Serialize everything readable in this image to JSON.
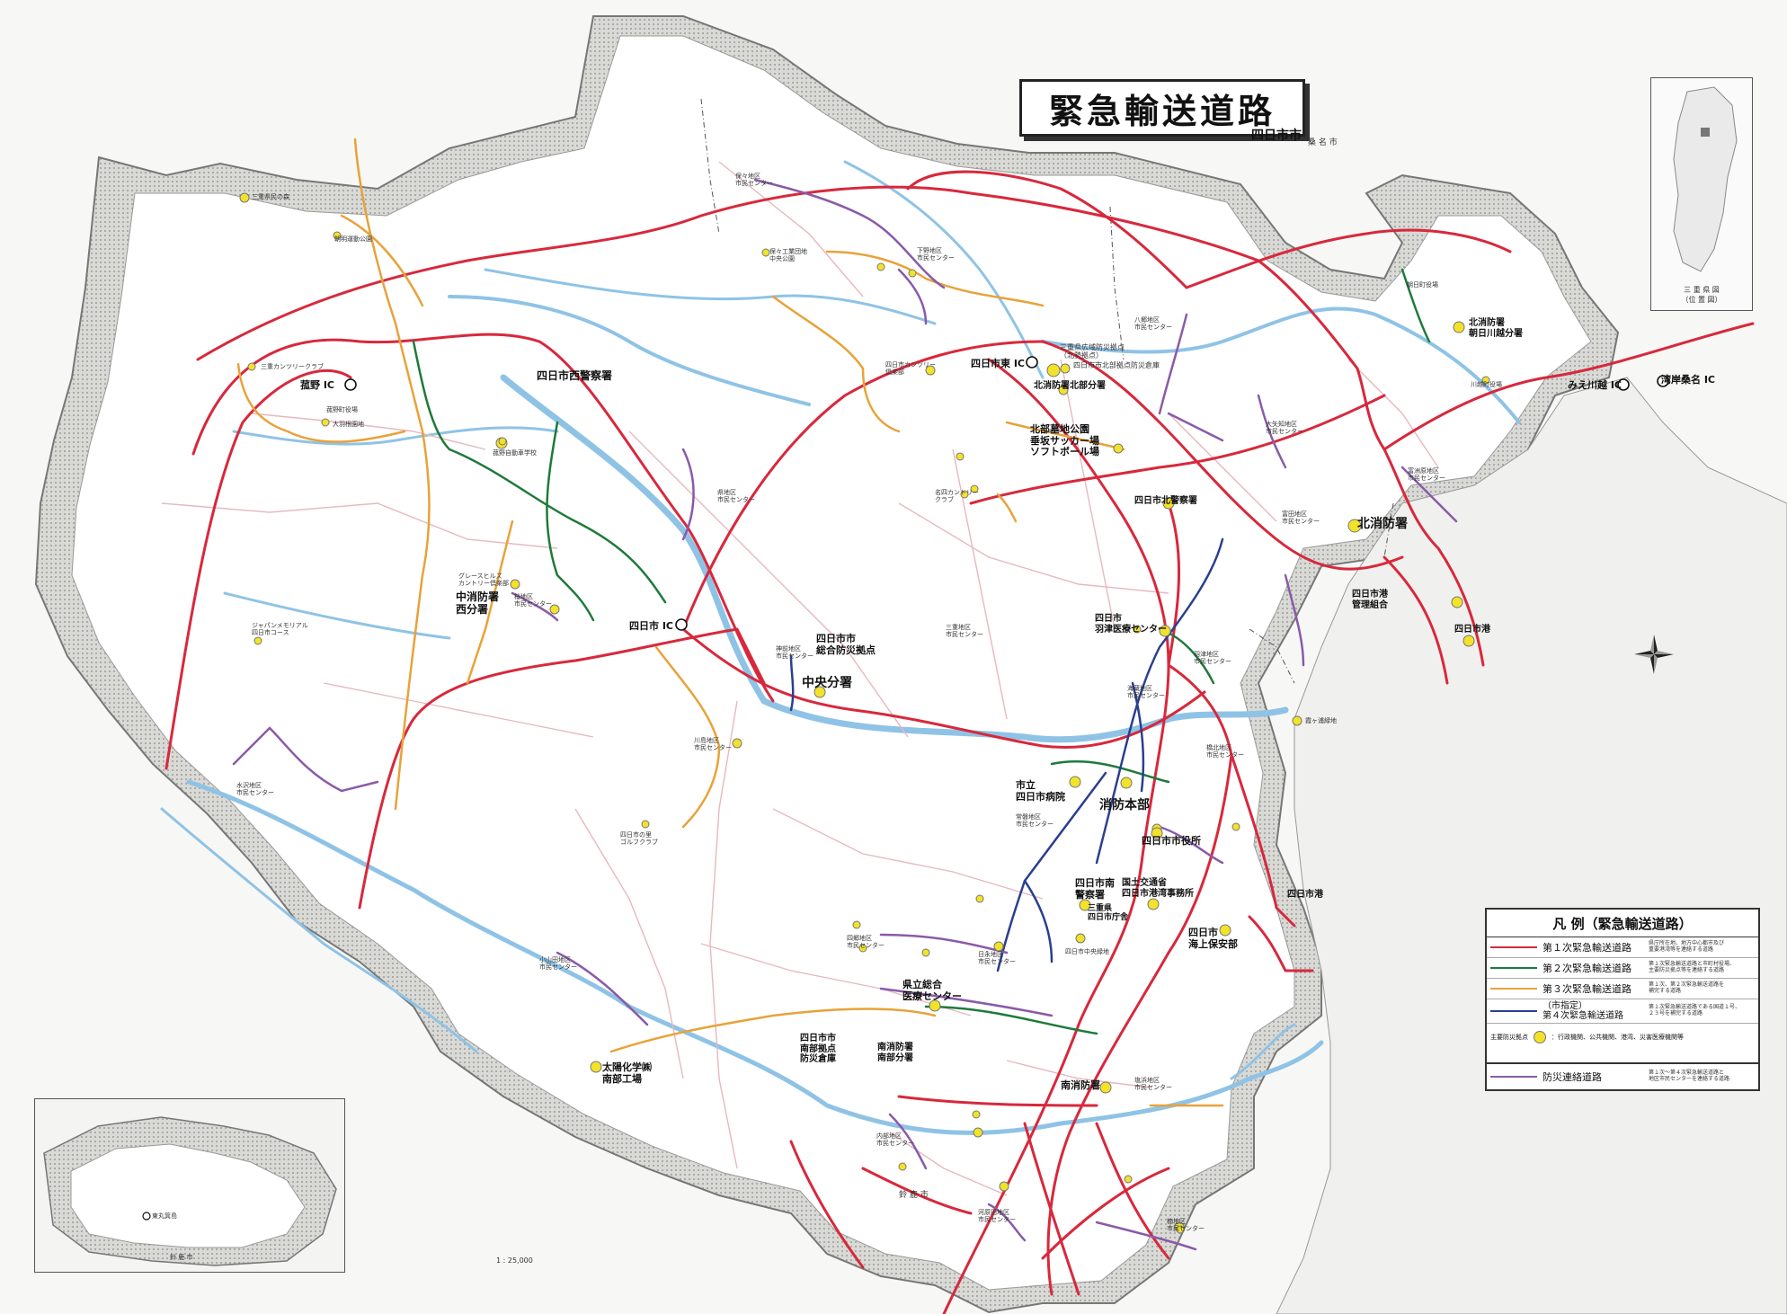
{
  "title": "緊急輸送道路",
  "subtitle": "四日市市",
  "colors": {
    "road_primary": "#d8283c",
    "road_secondary": "#1f7a3a",
    "road_tertiary": "#e8a23a",
    "road_city_fourth": "#2a3f8f",
    "road_disaster_link": "#8a5aa8",
    "river": "#8fc3e6",
    "base_road": "#e7b8be",
    "base_region": "#ffffff",
    "base_border": "#7a7a7a",
    "base_dot": "#f2e229"
  },
  "legend": {
    "title": "凡 例（緊急輸送道路）",
    "rows": [
      {
        "name": "第１次緊急輸送道路",
        "color_key": "road_primary",
        "desc": "県庁所在地、地方中心都市及び\n重要港湾等を連絡する道路"
      },
      {
        "name": "第２次緊急輸送道路",
        "color_key": "road_secondary",
        "desc": "第１次緊急輸送道路と市町村役場、\n主要防災拠点等を連絡する道路"
      },
      {
        "name": "第３次緊急輸送道路",
        "color_key": "road_tertiary",
        "desc": "第１次、第２次緊急輸送道路を\n補完する道路"
      },
      {
        "name": "（市指定）\n第４次緊急輸送道路",
        "color_key": "road_city_fourth",
        "desc": "第１次緊急輸送道路である国道１号、\n２３号を補完する道路"
      }
    ],
    "dot_label": "主要防災拠点",
    "dot_desc": "：行政機関、公共機関、港湾、災害医療機関等",
    "link_name": "防災連絡道路",
    "link_desc": "第１次〜第４次緊急輸送道路と\n地区市民センターを連絡する道路"
  },
  "ic_labels": [
    {
      "id": "komono",
      "text": "菰野 IC"
    },
    {
      "id": "yokkaichi",
      "text": "四日市 IC"
    },
    {
      "id": "yokkaichi-east",
      "text": "四日市東 IC"
    },
    {
      "id": "mie-kawagoe",
      "text": "みえ川越 IC"
    },
    {
      "id": "wangan",
      "text": "湾岸桑名 IC"
    }
  ],
  "facility_labels": [
    {
      "id": "nishi-police",
      "text": "四日市西警察署"
    },
    {
      "id": "bosai-kyoten-n",
      "text": "三重県広域防災拠点\n（北勢拠点）"
    },
    {
      "id": "north-bosai-warehouse",
      "text": "四日市市北部拠点防災倉庫"
    },
    {
      "id": "north-fire-hokubu",
      "text": "北消防署北部分署"
    },
    {
      "id": "hokubu-park",
      "text": "北部墓地公園\n垂坂サッカー場\nソフトボール場"
    },
    {
      "id": "north-police",
      "text": "四日市北警察署"
    },
    {
      "id": "north-fire",
      "text": "北消防署"
    },
    {
      "id": "north-fire-asahi",
      "text": "北消防署\n朝日川越分署"
    },
    {
      "id": "port-mgmt",
      "text": "四日市港\n管理組合"
    },
    {
      "id": "port-1",
      "text": "四日市港"
    },
    {
      "id": "port-2",
      "text": "四日市港"
    },
    {
      "id": "chubu-fire-west",
      "text": "中消防署\n西分署"
    },
    {
      "id": "sogo-bosai",
      "text": "四日市市\n総合防災拠点"
    },
    {
      "id": "chuo-bunsho",
      "text": "中央分署"
    },
    {
      "id": "hazu-medical",
      "text": "四日市\n羽津医療センター"
    },
    {
      "id": "city-hospital",
      "text": "市立\n四日市病院"
    },
    {
      "id": "fire-hq",
      "text": "消防本部"
    },
    {
      "id": "city-hall",
      "text": "四日市市役所"
    },
    {
      "id": "minami-police",
      "text": "四日市南\n警察署"
    },
    {
      "id": "kokudo",
      "text": "国土交通省\n四日市港湾事務所"
    },
    {
      "id": "mie-chosha",
      "text": "三重県\n四日市庁舎"
    },
    {
      "id": "coast-guard",
      "text": "四日市\n海上保安部"
    },
    {
      "id": "pref-hospital",
      "text": "県立総合\n医療センター"
    },
    {
      "id": "nanbu-warehouse",
      "text": "四日市市\n南部拠点\n防災倉庫"
    },
    {
      "id": "south-fire-nanbu",
      "text": "南消防署\n南部分署"
    },
    {
      "id": "south-fire",
      "text": "南消防署"
    },
    {
      "id": "taiyo",
      "text": "太陽化学㈱\n南部工場"
    }
  ],
  "small_labels": [
    {
      "id": "s1",
      "text": "三重県民の森"
    },
    {
      "id": "s2",
      "text": "朝明運動公園"
    },
    {
      "id": "s3",
      "text": "三重カンツリークラブ"
    },
    {
      "id": "s4",
      "text": "菰野町役場"
    },
    {
      "id": "s5",
      "text": "大羽根園地"
    },
    {
      "id": "s6",
      "text": "菰野自動車学校"
    },
    {
      "id": "s7",
      "text": "保々地区\n市民センター"
    },
    {
      "id": "s8",
      "text": "保々工業団地\n中央公園"
    },
    {
      "id": "s9",
      "text": "下野地区\n市民センター"
    },
    {
      "id": "s10",
      "text": "四日市カンツリー\n倶楽部"
    },
    {
      "id": "s11",
      "text": "八郷地区\n市民センター"
    },
    {
      "id": "s12",
      "text": "県地区\n市民センター"
    },
    {
      "id": "s13",
      "text": "名四カントリー\nクラブ"
    },
    {
      "id": "s14",
      "text": "グレースヒルズ\nカントリー倶楽部"
    },
    {
      "id": "s15",
      "text": "桜地区\n市民センター"
    },
    {
      "id": "s16",
      "text": "ジャパンメモリアル\n四日市コース"
    },
    {
      "id": "s17",
      "text": "神前地区\n市民センター"
    },
    {
      "id": "s18",
      "text": "三重地区\n市民センター"
    },
    {
      "id": "s19",
      "text": "羽津地区\n市民センター"
    },
    {
      "id": "s20",
      "text": "海蔵地区\n市民センター"
    },
    {
      "id": "s21",
      "text": "霞ヶ浦緑地"
    },
    {
      "id": "s22",
      "text": "橋北地区\n市民センター"
    },
    {
      "id": "s23",
      "text": "川島地区\n市民センター"
    },
    {
      "id": "s24",
      "text": "水沢地区\n市民センター"
    },
    {
      "id": "s25",
      "text": "四日市の里\nゴルフクラブ"
    },
    {
      "id": "s26",
      "text": "常磐地区\n市民センター"
    },
    {
      "id": "s27",
      "text": "四郷地区\n市民センター"
    },
    {
      "id": "s28",
      "text": "日永地区\n市民センター"
    },
    {
      "id": "s29",
      "text": "四日市中央緑地"
    },
    {
      "id": "s30",
      "text": "小山田地区\n市民センター"
    },
    {
      "id": "s31",
      "text": "内部地区\n市民センター"
    },
    {
      "id": "s32",
      "text": "河原田地区\n市民センター"
    },
    {
      "id": "s33",
      "text": "塩浜地区\n市民センター"
    },
    {
      "id": "s34",
      "text": "楠地区\n市民センター"
    },
    {
      "id": "s35",
      "text": "朝日町役場"
    },
    {
      "id": "s36",
      "text": "川越町役場"
    },
    {
      "id": "s37",
      "text": "大矢知地区\n市民センター"
    },
    {
      "id": "s38",
      "text": "富洲原地区\n市民センター"
    },
    {
      "id": "s39",
      "text": "富田地区\n市民センター"
    }
  ],
  "map_labels": [
    {
      "id": "kuwana",
      "text": "桑 名 市"
    },
    {
      "id": "suzuka",
      "text": "鈴 鹿 市"
    },
    {
      "id": "scale",
      "text": "1 : 25,000"
    },
    {
      "id": "inset-suzuka",
      "text": "鈴 鹿 市"
    },
    {
      "id": "inset-point",
      "text": "東丸箕島"
    },
    {
      "id": "locator",
      "text": "三 重 県 図\n（位 置 図）"
    }
  ]
}
